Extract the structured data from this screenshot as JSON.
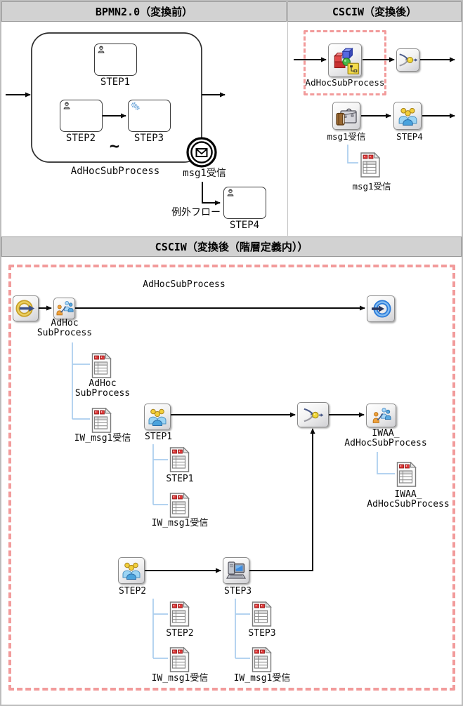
{
  "panels": {
    "bpmn": {
      "title": "BPMN2.0（変換前）",
      "step1": "STEP1",
      "step2": "STEP2",
      "step3": "STEP3",
      "step4": "STEP4",
      "tilde": "∼",
      "subprocess_label": "AdHocSubProcess",
      "event_label": "msg1受信",
      "exception_label": "例外フロー"
    },
    "csciw": {
      "title": "CSCIW（変換後）",
      "adhoc_label": "AdHocSubProcess",
      "msg_node_label": "msg1受信",
      "step4_label": "STEP4",
      "msg_doc_label": "msg1受信"
    },
    "hier": {
      "title": "CSCIW（変換後（階層定義内））",
      "flow_label": "AdHocSubProcess",
      "adhoc_node_label": "AdHoc\nSubProcess",
      "adhoc_doc_label": "AdHoc\nSubProcess",
      "adhoc_msg_doc_label": "IW_msg1受信",
      "step1_label": "STEP1",
      "step1_doc_label": "STEP1",
      "step1_msg_doc_label": "IW_msg1受信",
      "iwaa_node_label": "IWAA_\nAdHocSubProcess",
      "iwaa_doc_label": "IWAA_\nAdHocSubProcess",
      "step2_label": "STEP2",
      "step2_doc_label": "STEP2",
      "step2_msg_doc_label": "IW_msg1受信",
      "step3_label": "STEP3",
      "step3_doc_label": "STEP3",
      "step3_msg_doc_label": "IW_msg1受信"
    }
  },
  "colors": {
    "highlight_dashed_border": "#f29b9b",
    "tree_line": "#a9cdee",
    "header_bg": "#d2d2d2",
    "arrow": "#0a0a0a"
  }
}
